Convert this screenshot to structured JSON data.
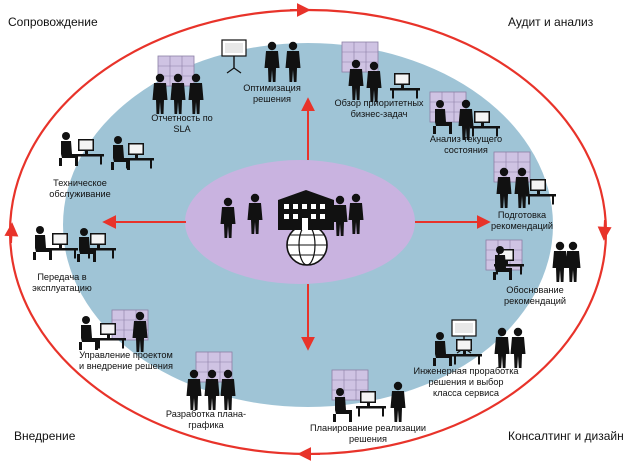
{
  "phases": {
    "top_left": "Сопровождение",
    "top_right": "Аудит и анализ",
    "bottom_left": "Внедрение",
    "bottom_right": "Консалтинг и дизайн"
  },
  "steps": [
    [
      "Оптимизация",
      "решения"
    ],
    [
      "Обзор приоритетных",
      "бизнес-задач"
    ],
    [
      "Анализ текущего",
      "состояния"
    ],
    [
      "Подготовка",
      "рекомендаций"
    ],
    [
      "Обоснование",
      "рекомендаций"
    ],
    [
      "Инженерная проработка",
      "решения и выбор",
      "класса сервиса"
    ],
    [
      "Планирование реализации",
      "решения"
    ],
    [
      "Разработка плана-",
      "графика"
    ],
    [
      "Управление проектом",
      "и внедрение решения"
    ],
    [
      "Передача в",
      "эксплуатацию"
    ],
    [
      "Техническое",
      "обслуживание"
    ],
    [
      "Отчетность по",
      "SLA"
    ]
  ],
  "colors": {
    "outer_ring": "#e8332a",
    "blue_ring": "#9fc4d6",
    "center": "#c9b3e0",
    "spoke": "#e8332a",
    "silhouette": "#111111",
    "window_tint": "#cfc3e3"
  },
  "icons": {
    "center": "building-globe-people-icon",
    "steps": "office-workers-icon"
  }
}
